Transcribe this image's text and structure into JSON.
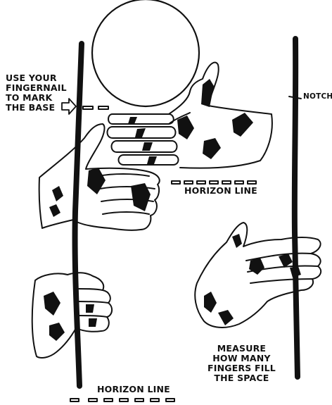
{
  "labels": {
    "mark_base": [
      "USE YOUR",
      "FINGERNAIL",
      "TO MARK",
      "THE BASE"
    ],
    "notch": "NOTCH",
    "horizon_top": "HORIZON LINE",
    "measure": [
      "MEASURE",
      "HOW MANY",
      "FINGERS FILL",
      "THE SPACE"
    ],
    "horizon_bottom": "HORIZON LINE"
  },
  "colors": {
    "ink": "#111111",
    "paper": "#ffffff"
  }
}
